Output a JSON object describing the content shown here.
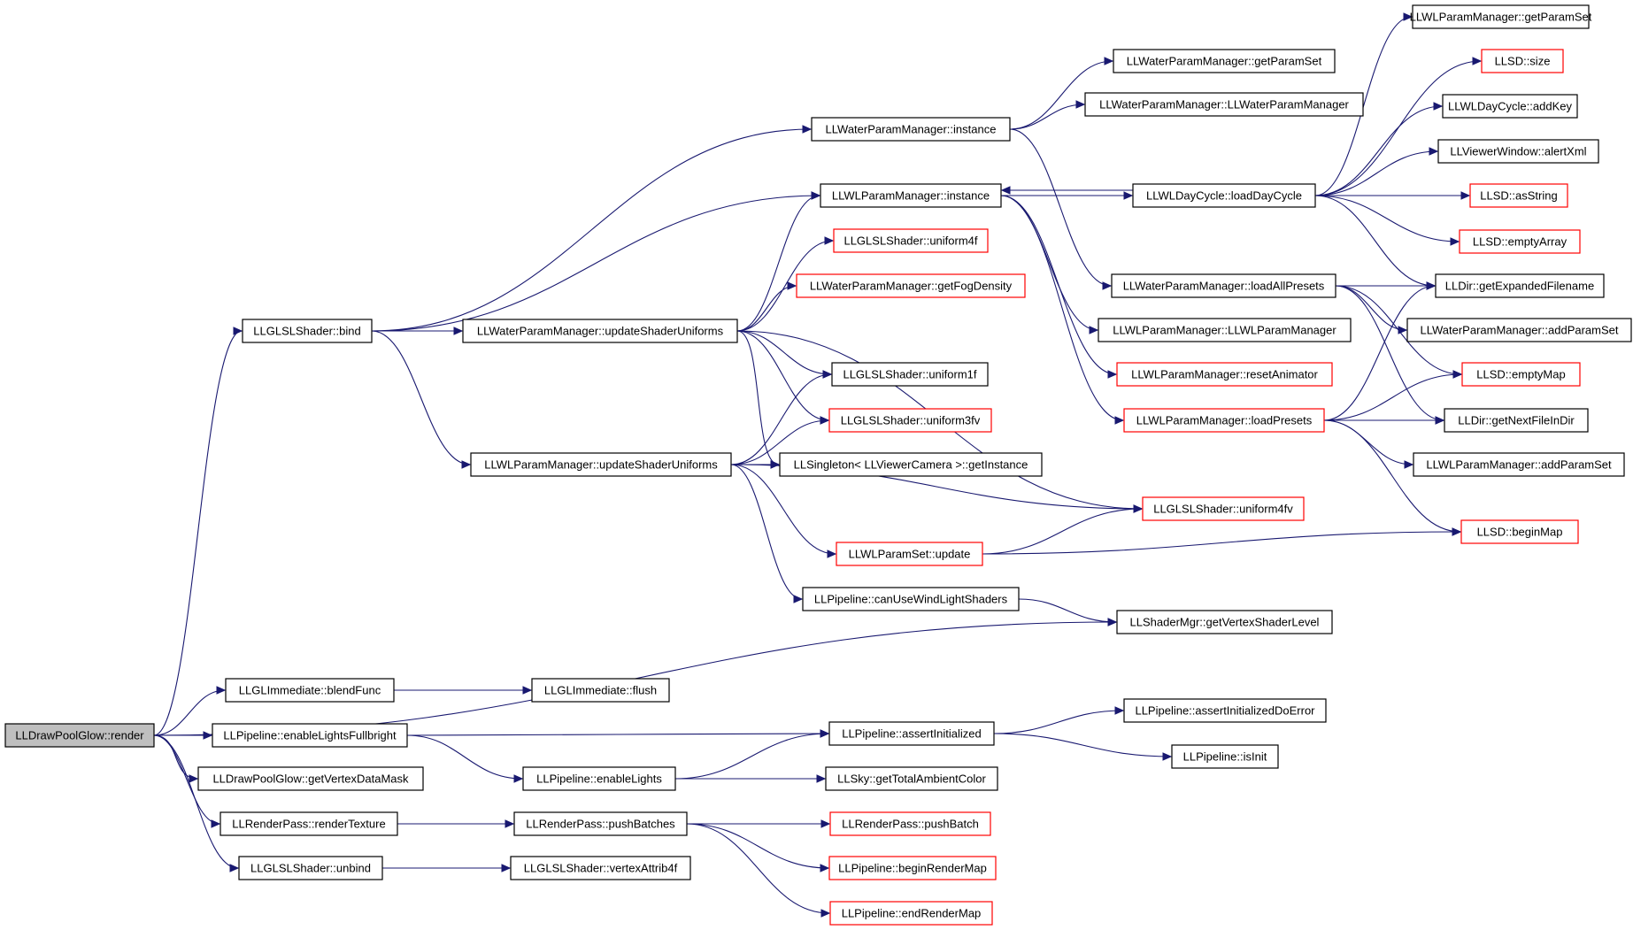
{
  "colors": {
    "edge": "#191970",
    "border_normal": "#000000",
    "border_truncated": "#ff0000",
    "root_fill": "#bfbfbf",
    "background": "#ffffff"
  },
  "nodes": [
    {
      "id": "root",
      "label": "LLDrawPoolGlow::render",
      "truncated": false,
      "root": true
    },
    {
      "id": "glsl_bind",
      "label": "LLGLSLShader::bind",
      "truncated": false
    },
    {
      "id": "gli_blend",
      "label": "LLGLImmediate::blendFunc",
      "truncated": false
    },
    {
      "id": "pipe_elf",
      "label": "LLPipeline::enableLightsFullbright",
      "truncated": false
    },
    {
      "id": "dpg_getvdm",
      "label": "LLDrawPoolGlow::getVertexDataMask",
      "truncated": false
    },
    {
      "id": "rp_rendertex",
      "label": "LLRenderPass::renderTexture",
      "truncated": false
    },
    {
      "id": "glsl_unbind",
      "label": "LLGLSLShader::unbind",
      "truncated": false
    },
    {
      "id": "wpm_instance",
      "label": "LLWaterParamManager::instance",
      "truncated": false
    },
    {
      "id": "wlpm_instance",
      "label": "LLWLParamManager::instance",
      "truncated": false
    },
    {
      "id": "glsl_u4f",
      "label": "LLGLSLShader::uniform4f",
      "truncated": true
    },
    {
      "id": "wpm_fog",
      "label": "LLWaterParamManager::getFogDensity",
      "truncated": true
    },
    {
      "id": "wpm_usu",
      "label": "LLWaterParamManager::updateShaderUniforms",
      "truncated": false
    },
    {
      "id": "glsl_u1f",
      "label": "LLGLSLShader::uniform1f",
      "truncated": false
    },
    {
      "id": "glsl_u3fv",
      "label": "LLGLSLShader::uniform3fv",
      "truncated": true
    },
    {
      "id": "wlpm_usu",
      "label": "LLWLParamManager::updateShaderUniforms",
      "truncated": false
    },
    {
      "id": "singleton",
      "label": "LLSingleton< LLViewerCamera >::getInstance",
      "truncated": false
    },
    {
      "id": "wlps_update",
      "label": "LLWLParamSet::update",
      "truncated": true
    },
    {
      "id": "pipe_canuse",
      "label": "LLPipeline::canUseWindLightShaders",
      "truncated": false
    },
    {
      "id": "gli_flush",
      "label": "LLGLImmediate::flush",
      "truncated": false
    },
    {
      "id": "pipe_assert",
      "label": "LLPipeline::assertInitialized",
      "truncated": false
    },
    {
      "id": "pipe_el",
      "label": "LLPipeline::enableLights",
      "truncated": false
    },
    {
      "id": "sky_amb",
      "label": "LLSky::getTotalAmbientColor",
      "truncated": false
    },
    {
      "id": "rp_pushbatches",
      "label": "LLRenderPass::pushBatches",
      "truncated": false
    },
    {
      "id": "rp_pushbatch",
      "label": "LLRenderPass::pushBatch",
      "truncated": true
    },
    {
      "id": "pipe_brm",
      "label": "LLPipeline::beginRenderMap",
      "truncated": true
    },
    {
      "id": "pipe_erm",
      "label": "LLPipeline::endRenderMap",
      "truncated": true
    },
    {
      "id": "glsl_va4f",
      "label": "LLGLSLShader::vertexAttrib4f",
      "truncated": false
    },
    {
      "id": "wpm_getps",
      "label": "LLWaterParamManager::getParamSet",
      "truncated": false
    },
    {
      "id": "wpm_ctor",
      "label": "LLWaterParamManager::LLWaterParamManager",
      "truncated": false
    },
    {
      "id": "wldc_load",
      "label": "LLWLDayCycle::loadDayCycle",
      "truncated": false
    },
    {
      "id": "wpm_loadall",
      "label": "LLWaterParamManager::loadAllPresets",
      "truncated": false
    },
    {
      "id": "wlpm_ctor",
      "label": "LLWLParamManager::LLWLParamManager",
      "truncated": false
    },
    {
      "id": "wlpm_resetanim",
      "label": "LLWLParamManager::resetAnimator",
      "truncated": true
    },
    {
      "id": "wlpm_loadpresets",
      "label": "LLWLParamManager::loadPresets",
      "truncated": true
    },
    {
      "id": "glsl_u4fv",
      "label": "LLGLSLShader::uniform4fv",
      "truncated": true
    },
    {
      "id": "shmgr_gvsl",
      "label": "LLShaderMgr::getVertexShaderLevel",
      "truncated": false
    },
    {
      "id": "pipe_aide",
      "label": "LLPipeline::assertInitializedDoError",
      "truncated": false
    },
    {
      "id": "pipe_isinit",
      "label": "LLPipeline::isInit",
      "truncated": false
    },
    {
      "id": "wlpm_getps",
      "label": "LLWLParamManager::getParamSet",
      "truncated": false
    },
    {
      "id": "llsd_size",
      "label": "LLSD::size",
      "truncated": true
    },
    {
      "id": "wldc_addkey",
      "label": "LLWLDayCycle::addKey",
      "truncated": false
    },
    {
      "id": "vw_alertxml",
      "label": "LLViewerWindow::alertXml",
      "truncated": false
    },
    {
      "id": "llsd_asstring",
      "label": "LLSD::asString",
      "truncated": true
    },
    {
      "id": "llsd_emptyarray",
      "label": "LLSD::emptyArray",
      "truncated": true
    },
    {
      "id": "dir_gef",
      "label": "LLDir::getExpandedFilename",
      "truncated": false
    },
    {
      "id": "wpm_addps",
      "label": "LLWaterParamManager::addParamSet",
      "truncated": false
    },
    {
      "id": "llsd_emptymap",
      "label": "LLSD::emptyMap",
      "truncated": true
    },
    {
      "id": "dir_gnfid",
      "label": "LLDir::getNextFileInDir",
      "truncated": false
    },
    {
      "id": "wlpm_addps",
      "label": "LLWLParamManager::addParamSet",
      "truncated": false
    },
    {
      "id": "llsd_beginmap",
      "label": "LLSD::beginMap",
      "truncated": true
    }
  ],
  "edges": [
    [
      "root",
      "glsl_bind"
    ],
    [
      "root",
      "gli_blend"
    ],
    [
      "root",
      "pipe_elf"
    ],
    [
      "root",
      "dpg_getvdm"
    ],
    [
      "root",
      "rp_rendertex"
    ],
    [
      "root",
      "glsl_unbind"
    ],
    [
      "root",
      "shmgr_gvsl"
    ],
    [
      "glsl_bind",
      "wpm_instance"
    ],
    [
      "glsl_bind",
      "wlpm_instance"
    ],
    [
      "glsl_bind",
      "wpm_usu"
    ],
    [
      "glsl_bind",
      "wlpm_usu"
    ],
    [
      "wpm_usu",
      "wlpm_instance"
    ],
    [
      "wpm_usu",
      "glsl_u4f"
    ],
    [
      "wpm_usu",
      "wpm_fog"
    ],
    [
      "wpm_usu",
      "glsl_u1f"
    ],
    [
      "wpm_usu",
      "glsl_u3fv"
    ],
    [
      "wpm_usu",
      "singleton"
    ],
    [
      "wpm_usu",
      "glsl_u4fv"
    ],
    [
      "wlpm_usu",
      "glsl_u1f"
    ],
    [
      "wlpm_usu",
      "glsl_u3fv"
    ],
    [
      "wlpm_usu",
      "singleton"
    ],
    [
      "wlpm_usu",
      "glsl_u4fv"
    ],
    [
      "wlpm_usu",
      "wlps_update"
    ],
    [
      "wlpm_usu",
      "pipe_canuse"
    ],
    [
      "wlps_update",
      "glsl_u4fv"
    ],
    [
      "wlps_update",
      "llsd_beginmap"
    ],
    [
      "pipe_canuse",
      "shmgr_gvsl"
    ],
    [
      "wpm_instance",
      "wpm_getps"
    ],
    [
      "wpm_instance",
      "wpm_ctor"
    ],
    [
      "wpm_instance",
      "wpm_loadall"
    ],
    [
      "wlpm_instance",
      "wldc_load"
    ],
    [
      "wlpm_instance",
      "wlpm_ctor"
    ],
    [
      "wlpm_instance",
      "wlpm_resetanim"
    ],
    [
      "wlpm_instance",
      "wlpm_loadpresets"
    ],
    [
      "wldc_load",
      "wlpm_instance"
    ],
    [
      "wldc_load",
      "wlpm_getps"
    ],
    [
      "wldc_load",
      "llsd_size"
    ],
    [
      "wldc_load",
      "wldc_addkey"
    ],
    [
      "wldc_load",
      "vw_alertxml"
    ],
    [
      "wldc_load",
      "llsd_asstring"
    ],
    [
      "wldc_load",
      "llsd_emptyarray"
    ],
    [
      "wldc_load",
      "dir_gef"
    ],
    [
      "wpm_loadall",
      "dir_gef"
    ],
    [
      "wpm_loadall",
      "wpm_addps"
    ],
    [
      "wpm_loadall",
      "llsd_emptymap"
    ],
    [
      "wpm_loadall",
      "dir_gnfid"
    ],
    [
      "wlpm_loadpresets",
      "dir_gef"
    ],
    [
      "wlpm_loadpresets",
      "llsd_emptymap"
    ],
    [
      "wlpm_loadpresets",
      "dir_gnfid"
    ],
    [
      "wlpm_loadpresets",
      "wlpm_addps"
    ],
    [
      "wlpm_loadpresets",
      "llsd_beginmap"
    ],
    [
      "gli_blend",
      "gli_flush"
    ],
    [
      "pipe_elf",
      "pipe_assert"
    ],
    [
      "pipe_elf",
      "pipe_el"
    ],
    [
      "pipe_el",
      "pipe_assert"
    ],
    [
      "pipe_el",
      "sky_amb"
    ],
    [
      "pipe_assert",
      "pipe_aide"
    ],
    [
      "pipe_assert",
      "pipe_isinit"
    ],
    [
      "rp_rendertex",
      "rp_pushbatches"
    ],
    [
      "rp_pushbatches",
      "rp_pushbatch"
    ],
    [
      "rp_pushbatches",
      "pipe_brm"
    ],
    [
      "rp_pushbatches",
      "pipe_erm"
    ],
    [
      "glsl_unbind",
      "glsl_va4f"
    ]
  ]
}
